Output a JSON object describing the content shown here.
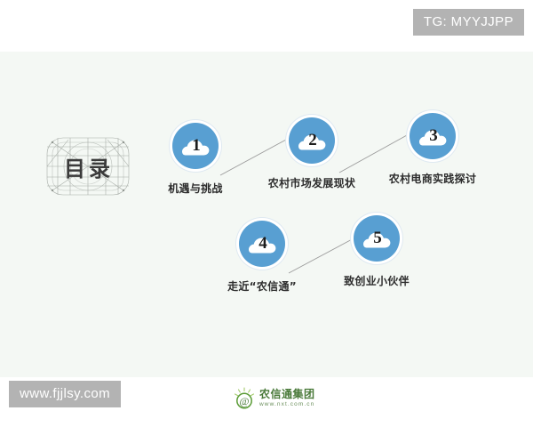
{
  "slide": {
    "title": "目录",
    "background_color": "#f4f8f4",
    "accent_color": "#589fd2"
  },
  "watermarks": {
    "top_right": "TG: MYYJJPP",
    "bottom_left": "www.fjjlsy.com"
  },
  "nodes": [
    {
      "number": "1",
      "label": "机遇与挑战"
    },
    {
      "number": "2",
      "label": "农村市场发展现状"
    },
    {
      "number": "3",
      "label": "农村电商实践探讨"
    },
    {
      "number": "4",
      "label": "走近“农信通”"
    },
    {
      "number": "5",
      "label": "致创业小伙伴"
    }
  ],
  "footer": {
    "company": "农信通集团",
    "url": "www.nxt.com.cn",
    "logo_color": "#4a7a3a"
  }
}
